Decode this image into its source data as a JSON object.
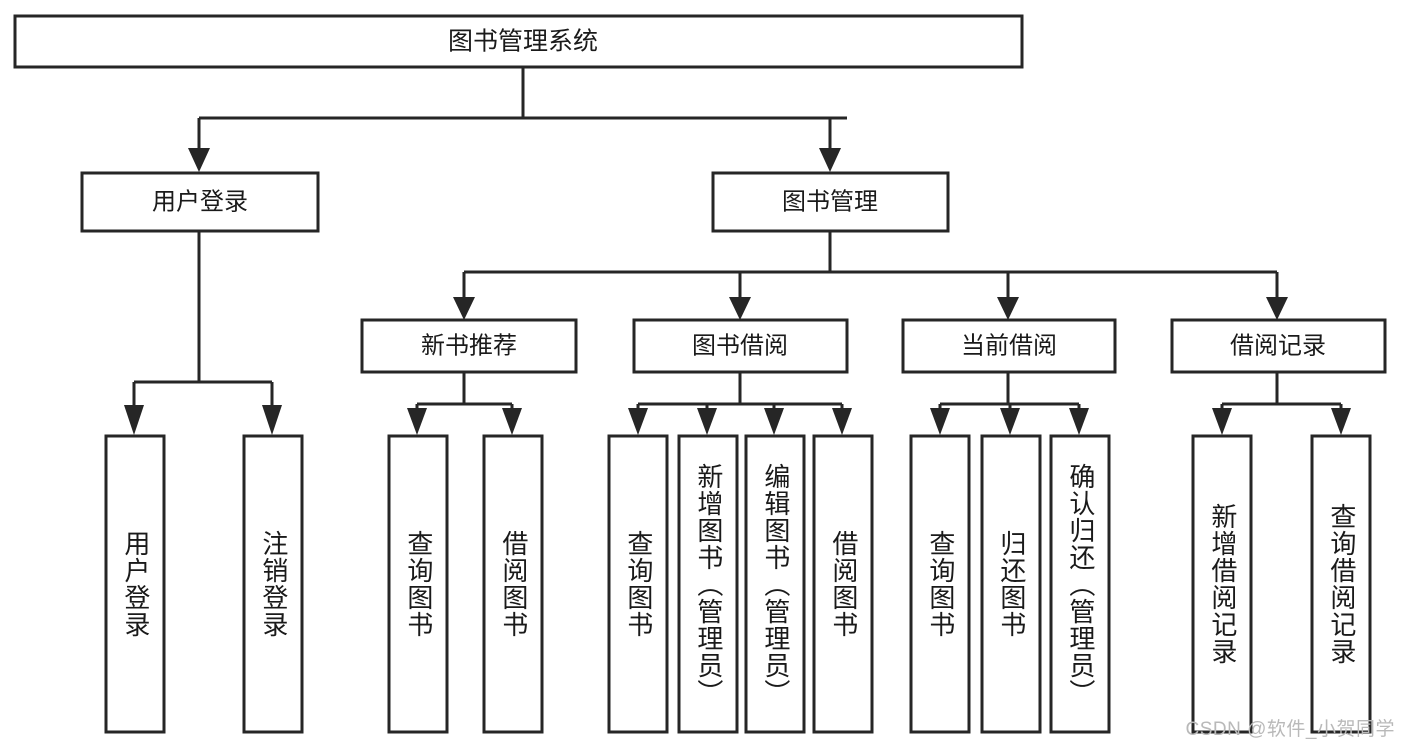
{
  "diagram": {
    "title": "图书管理系统",
    "type": "tree-hierarchy",
    "watermark": "CSDN @软件_小贺同学",
    "colors": {
      "stroke": "#262626",
      "fill": "#ffffff",
      "text": "#1a1a1a",
      "watermark": "#b9b9b9"
    },
    "root": {
      "label": "图书管理系统"
    },
    "level1": [
      {
        "label": "用户登录"
      },
      {
        "label": "图书管理"
      }
    ],
    "level2": [
      {
        "label": "新书推荐"
      },
      {
        "label": "图书借阅"
      },
      {
        "label": "当前借阅"
      },
      {
        "label": "借阅记录"
      }
    ],
    "leaves": {
      "user_login": [
        {
          "label": "用户登录"
        },
        {
          "label": "注销登录"
        }
      ],
      "new_book_recommend": [
        {
          "label": "查询图书"
        },
        {
          "label": "借阅图书"
        }
      ],
      "book_borrow": [
        {
          "label": "查询图书"
        },
        {
          "label": "新增图书（管理员）"
        },
        {
          "label": "编辑图书（管理员）"
        },
        {
          "label": "借阅图书"
        }
      ],
      "current_borrow": [
        {
          "label": "查询图书"
        },
        {
          "label": "归还图书"
        },
        {
          "label": "确认归还（管理员）"
        }
      ],
      "borrow_record": [
        {
          "label": "新增借阅记录"
        },
        {
          "label": "查询借阅记录"
        }
      ]
    }
  }
}
